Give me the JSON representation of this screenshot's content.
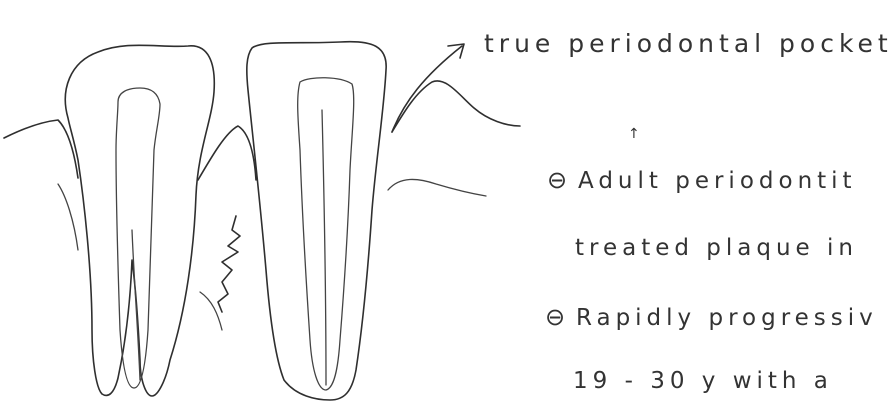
{
  "labels": {
    "pocket": "true periodontal pocket",
    "mark": "↑"
  },
  "notes": [
    {
      "bullet": "⊖",
      "line1": "Adult periodontit",
      "line2": "treated  plaque  in"
    },
    {
      "bullet": "⊖",
      "line1": "Rapidly progressiv",
      "line2": "19 - 30 y   with  a"
    }
  ]
}
